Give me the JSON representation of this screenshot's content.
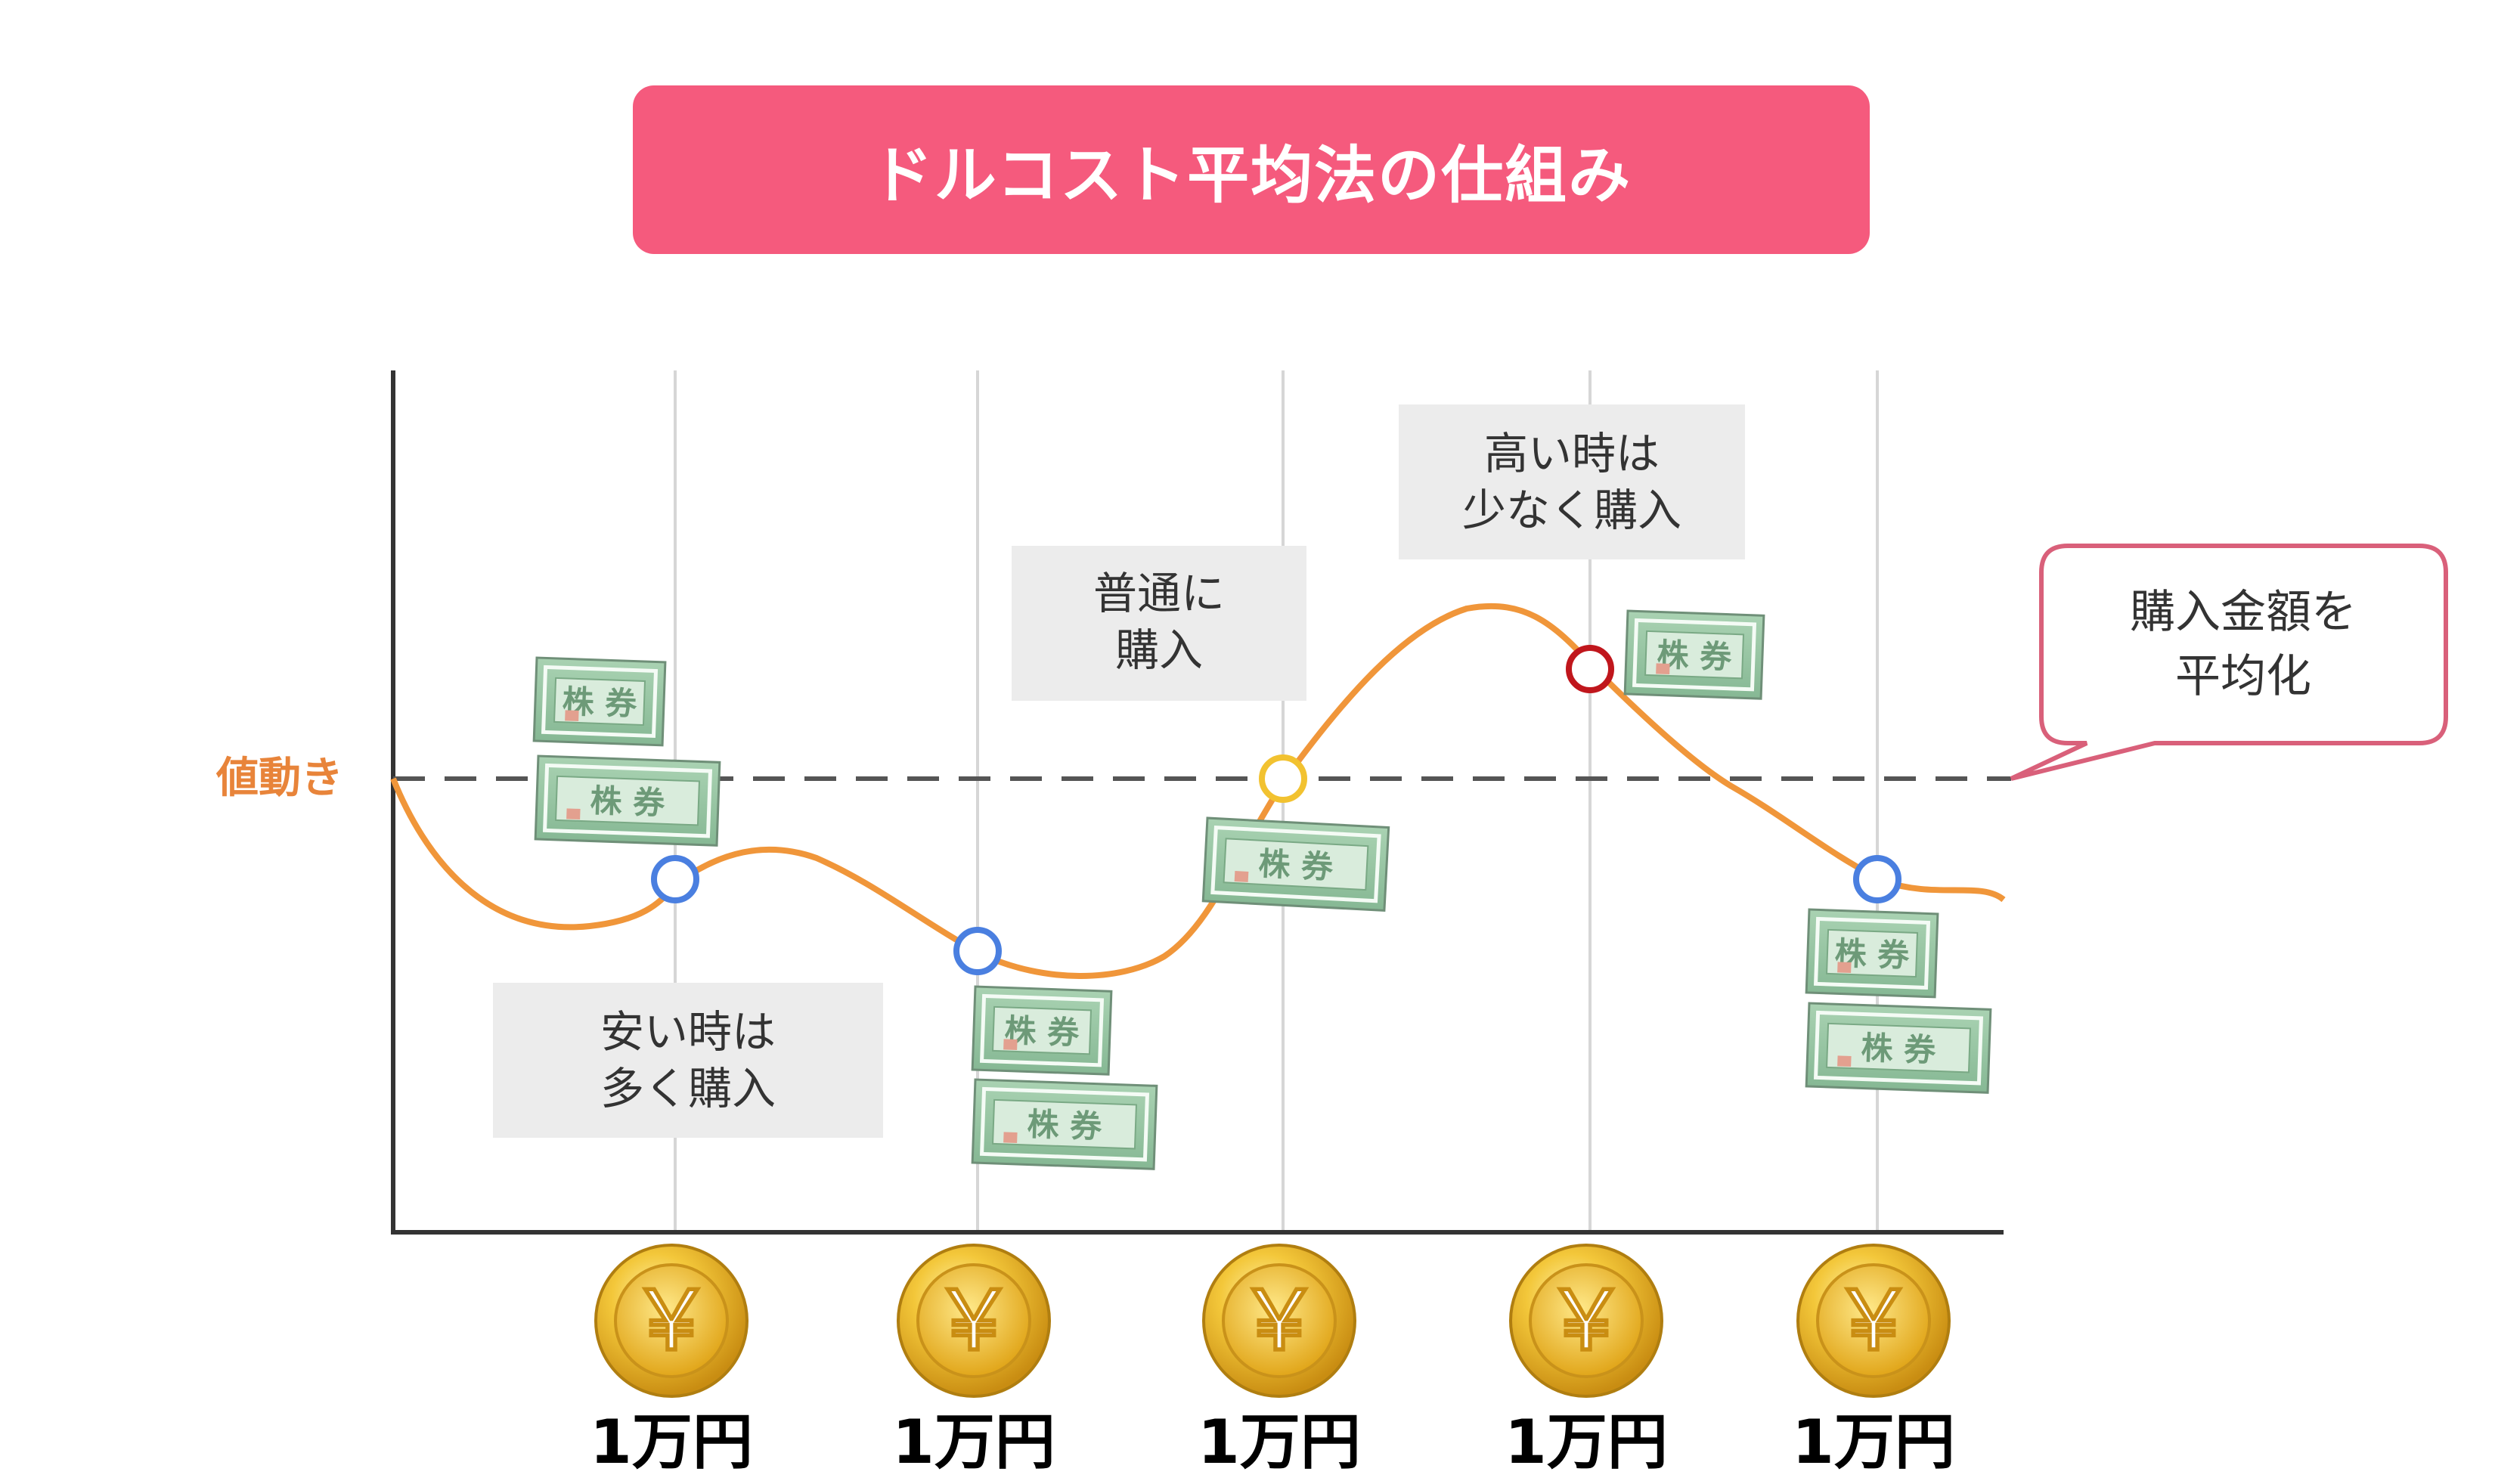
{
  "title": "ドルコスト平均法の仕組み",
  "y_axis_label": "値動き",
  "callouts": [
    {
      "lines": [
        "安い時は",
        "多く購入"
      ]
    },
    {
      "lines": [
        "普通に",
        "購入"
      ]
    },
    {
      "lines": [
        "高い時は",
        "少なく購入"
      ]
    }
  ],
  "speech_bubble": {
    "lines": [
      "購入金額を",
      "平均化"
    ]
  },
  "certificate_label": "株 券",
  "coin_symbol": "￥",
  "investment_amount": "1万円",
  "purchase_points": [
    {
      "level": "low",
      "color": "#4a7fe0",
      "certificates": 2
    },
    {
      "level": "lowest",
      "color": "#4a7fe0",
      "certificates": 2
    },
    {
      "level": "average",
      "color": "#f2c230",
      "certificates": 1
    },
    {
      "level": "high",
      "color": "#c0161c",
      "certificates": 1
    },
    {
      "level": "low",
      "color": "#4a7fe0",
      "certificates": 2
    }
  ],
  "colors": {
    "banner": "#f55a7d",
    "price_line": "#f0963a",
    "axis_label": "#e8843a",
    "callout_bg": "#ececec",
    "bubble_border": "#d9607a",
    "certificate": "#8fbf9c",
    "coin": "#e9b520"
  }
}
